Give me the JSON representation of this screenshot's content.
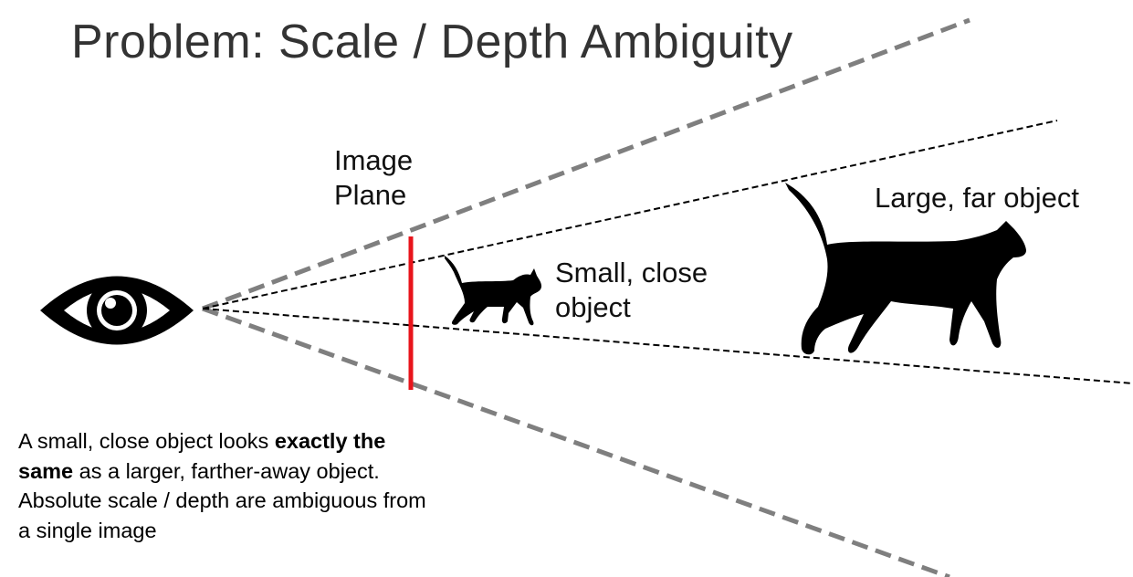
{
  "title": "Problem: Scale / Depth Ambiguity",
  "labels": {
    "image_plane_line1": "Image",
    "image_plane_line2": "Plane",
    "small_line1": "Small, close",
    "small_line2": "object",
    "large": "Large, far object"
  },
  "caption": {
    "part1": "A small, close object looks ",
    "bold": "exactly the same",
    "part2": " as a larger, farther-away object. Absolute scale / depth are ambiguous from a single image"
  },
  "icons": [
    "eye-icon",
    "cat-small-icon",
    "cat-large-icon"
  ],
  "colors": {
    "image_plane": "#e8141b",
    "frustum_lines": "#7f7f7f",
    "rays": "#000000",
    "silhouettes": "#000000"
  }
}
